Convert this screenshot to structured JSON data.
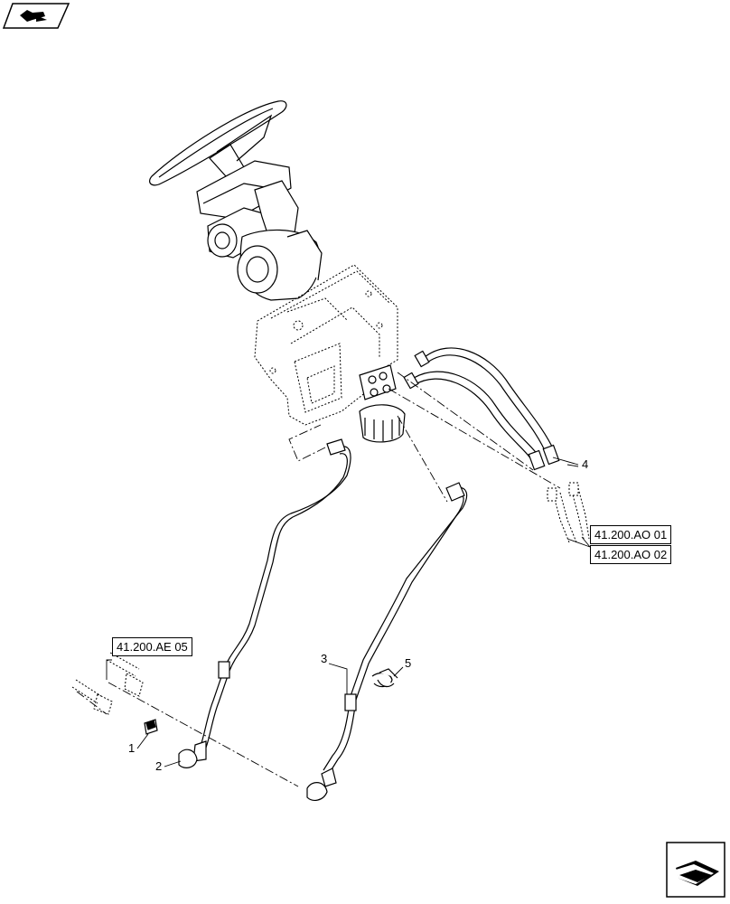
{
  "references": [
    "41.200.AO 01",
    "41.200.AO 02",
    "41.200.AE 05"
  ],
  "callouts": [
    "1",
    "2",
    "3",
    "4",
    "5"
  ],
  "icons": {
    "top_left": "previous-page-arrow-icon",
    "bottom_right": "next-page-arrow-icon"
  }
}
